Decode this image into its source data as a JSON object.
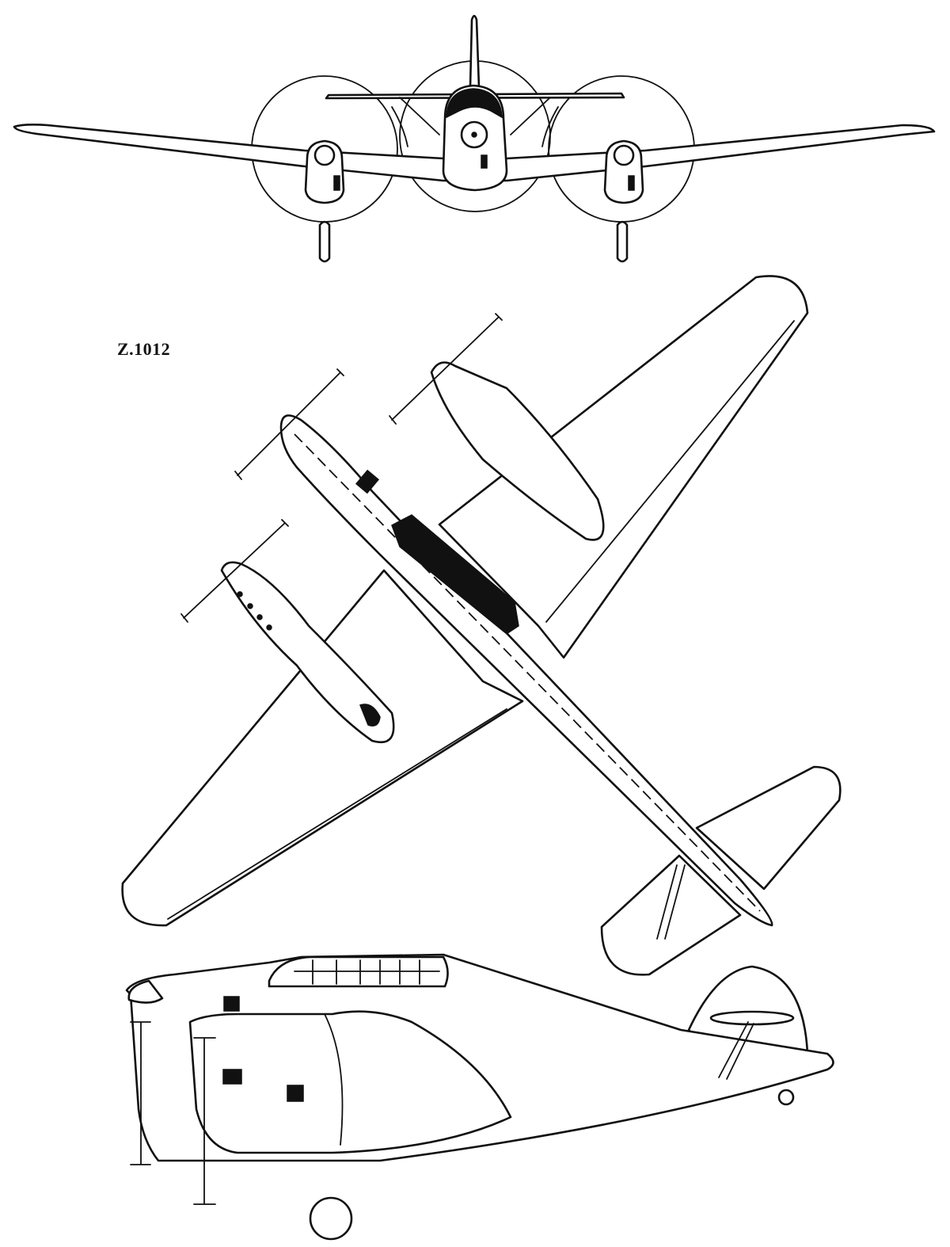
{
  "drawing": {
    "designation": "Z.1012",
    "views": [
      "front",
      "plan",
      "side"
    ]
  },
  "colors": {
    "ink": "#111111",
    "paper": "#ffffff"
  }
}
